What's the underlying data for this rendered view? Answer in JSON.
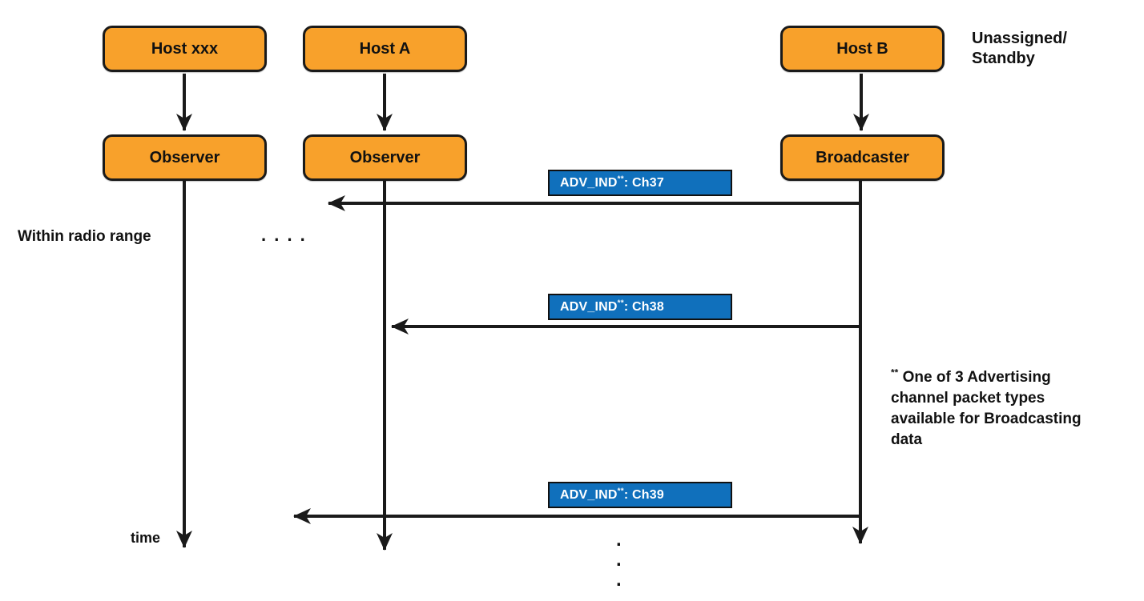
{
  "colors": {
    "orange": "#F8A12B",
    "line": "#1A1A1A",
    "blue": "#1070BC",
    "blue_border": "#111111",
    "background": "#FFFFFF"
  },
  "columns": [
    {
      "top_label": "Host xxx",
      "role_label": "Observer"
    },
    {
      "top_label": "Host A",
      "role_label": "Observer"
    },
    {
      "top_label": "Host B",
      "role_label": "Broadcaster"
    }
  ],
  "messages": [
    {
      "label": "ADV_IND",
      "marker": "**",
      "channel": ": Ch37"
    },
    {
      "label": "ADV_IND",
      "marker": "**",
      "channel": ": Ch38"
    },
    {
      "label": "ADV_IND",
      "marker": "**",
      "channel": ": Ch39"
    }
  ],
  "annotations": {
    "state": {
      "line1": "Unassigned/",
      "line2": "Standby"
    },
    "radio_range": "Within radio range",
    "ellipsis_horizontal": ". . . .",
    "time": "time",
    "ellipsis_vertical": ".\n.\n.",
    "footnote": {
      "marker": "**",
      "lines": [
        "One of 3 Advertising",
        "channel packet types",
        "available for Broadcasting",
        "data"
      ]
    }
  }
}
